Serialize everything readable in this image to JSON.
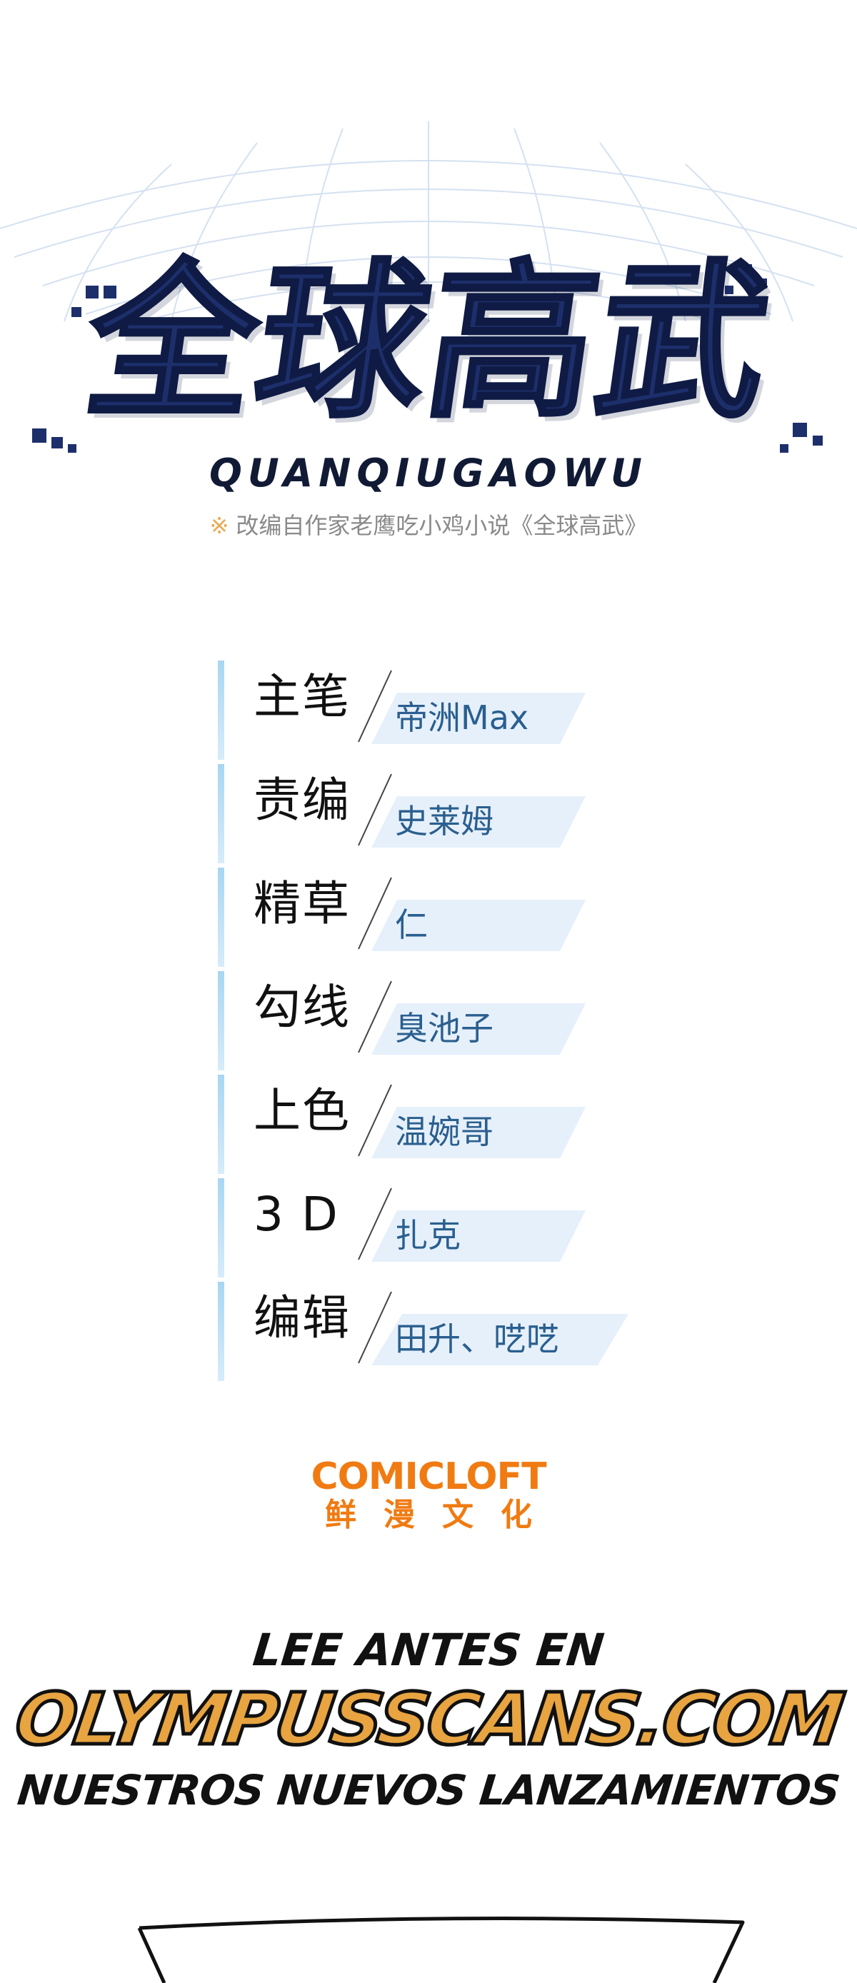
{
  "title": {
    "main": "全球高武",
    "romaji": "QUANQIUGAOWU",
    "subtitle_mark": "※",
    "subtitle": "改编自作家老鹰吃小鸡小说《全球高武》"
  },
  "credits": [
    {
      "role": "主笔",
      "name": "帝洲Max"
    },
    {
      "role": "责编",
      "name": "史莱姆"
    },
    {
      "role": "精草",
      "name": "仁"
    },
    {
      "role": "勾线",
      "name": "臭池子"
    },
    {
      "role": "上色",
      "name": "温婉哥"
    },
    {
      "role": "3 D",
      "name": "扎克"
    },
    {
      "role": "编辑",
      "name": "田升、呓呓"
    }
  ],
  "publisher": {
    "logo_en": "COMICLOFT",
    "logo_cn": "鲜漫文化"
  },
  "promo": {
    "line1": "LEE ANTES EN",
    "site": "OLYMPUSSCANS.COM",
    "line2": "NUESTROS NUEVOS LANZAMIENTOS"
  },
  "colors": {
    "title": "#1d2f6b",
    "credit_bar": "#a8d6f2",
    "credit_band": "#e6f0fb",
    "credit_name": "#2a5f8f",
    "publisher": "#f07b12",
    "promo_site": "#e8a440"
  }
}
